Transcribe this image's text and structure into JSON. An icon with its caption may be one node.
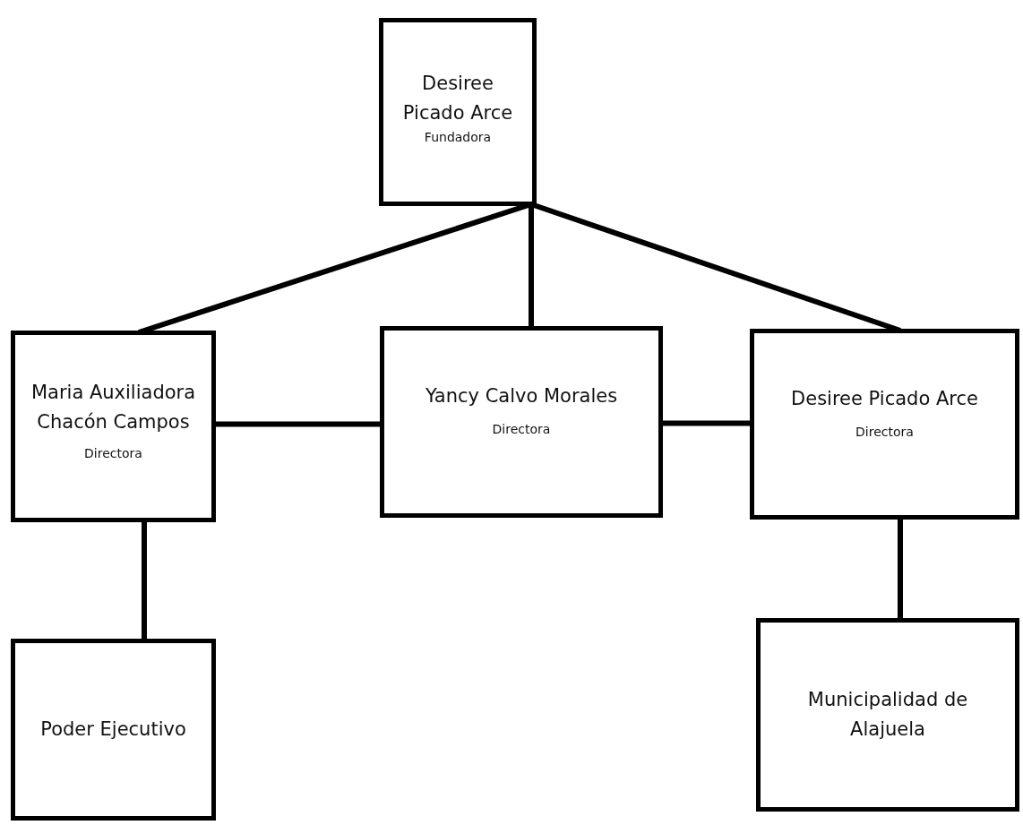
{
  "diagram": {
    "nodes": [
      {
        "text": [
          "Desiree Picado Arce",
          "Fundadora"
        ]
      },
      {
        "text": [
          "Maria Auxiliadora Chacón Campos",
          "Directora"
        ]
      },
      {
        "text": [
          "Yancy Calvo Morales",
          "Directora"
        ]
      },
      {
        "text": [
          "Desiree Picado Arce",
          "Directora"
        ]
      },
      {
        "text": [
          "Poder Ejecutivo"
        ]
      },
      {
        "text": [
          "Municipalidad de Alajuela"
        ]
      }
    ],
    "edges": [
      {
        "from": 0,
        "to": 1,
        "arrow": "none"
      },
      {
        "from": 0,
        "to": 2,
        "arrow": "none"
      },
      {
        "from": 0,
        "to": 3,
        "arrow": "none"
      },
      {
        "from": 1,
        "to": 2,
        "arrow": "none"
      },
      {
        "from": 2,
        "to": 3,
        "arrow": "none"
      },
      {
        "from": 1,
        "to": 4,
        "arrow": "none"
      },
      {
        "from": 3,
        "to": 5,
        "arrow": "none"
      }
    ]
  }
}
